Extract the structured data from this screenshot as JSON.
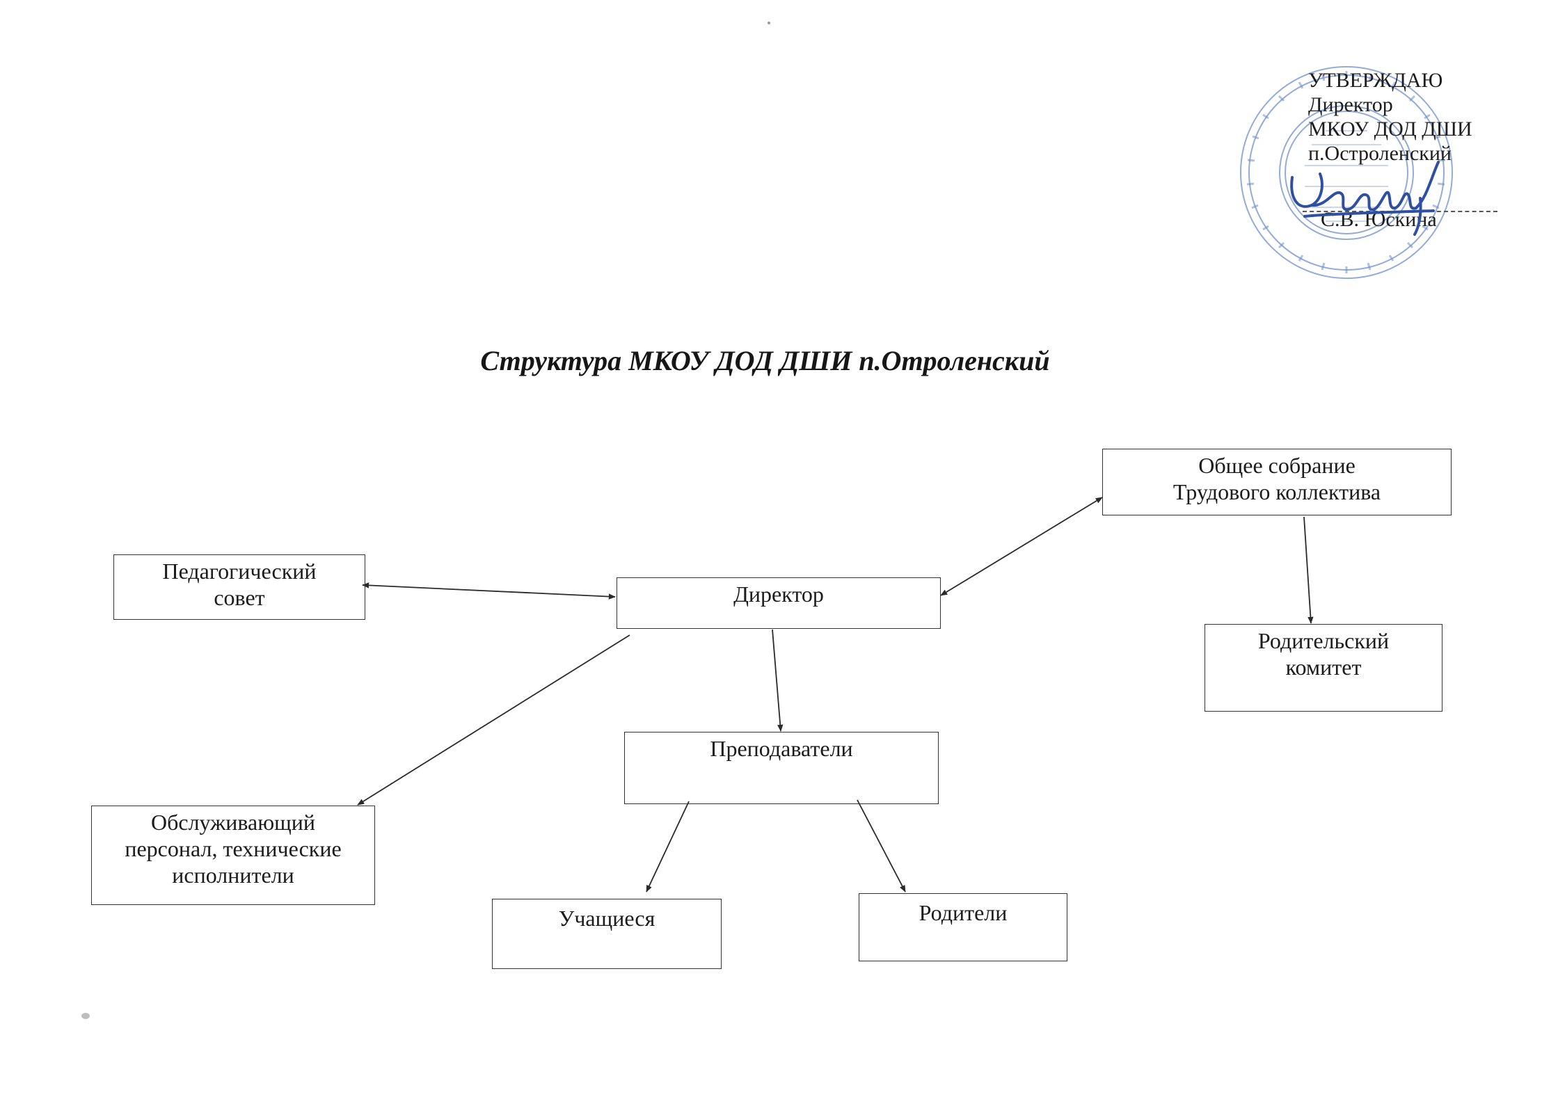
{
  "approval": {
    "line1": "УТВЕРЖДАЮ",
    "line2": "Директор",
    "line3": "МКОУ ДОД ДШИ",
    "line4": "п.Остроленский",
    "name": "С.В. Юскина"
  },
  "title": "Структура МКОУ ДОД  ДШИ  п.Отроленский",
  "nodes": {
    "obshchee_sobranie": [
      "Общее собрание",
      "Трудового коллектива"
    ],
    "pedsovet": [
      "Педагогический",
      "совет"
    ],
    "direktor": [
      "Директор"
    ],
    "roditelsky_komitet": [
      "Родительский",
      "комитет"
    ],
    "prepodavateli": [
      "Преподаватели"
    ],
    "obsluzhivayushchiy": [
      "Обслуживающий",
      "персонал, технические",
      "исполнители"
    ],
    "uchashchiesya": [
      "Учащиеся"
    ],
    "roditeli": [
      "Родители"
    ]
  },
  "edges": [
    {
      "from": "pedsovet",
      "to": "direktor",
      "type": "bidirectional"
    },
    {
      "from": "direktor",
      "to": "obshchee_sobranie",
      "type": "bidirectional"
    },
    {
      "from": "obshchee_sobranie",
      "to": "roditelsky_komitet",
      "type": "directed"
    },
    {
      "from": "direktor",
      "to": "prepodavateli",
      "type": "directed"
    },
    {
      "from": "direktor",
      "to": "obsluzhivayushchiy",
      "type": "directed"
    },
    {
      "from": "prepodavateli",
      "to": "uchashchiesya",
      "type": "directed"
    },
    {
      "from": "prepodavateli",
      "to": "roditeli",
      "type": "directed"
    }
  ],
  "colors": {
    "stamp": "#6f8fca",
    "signature": "#2f4fa0",
    "lines": "#2a2a2a"
  }
}
